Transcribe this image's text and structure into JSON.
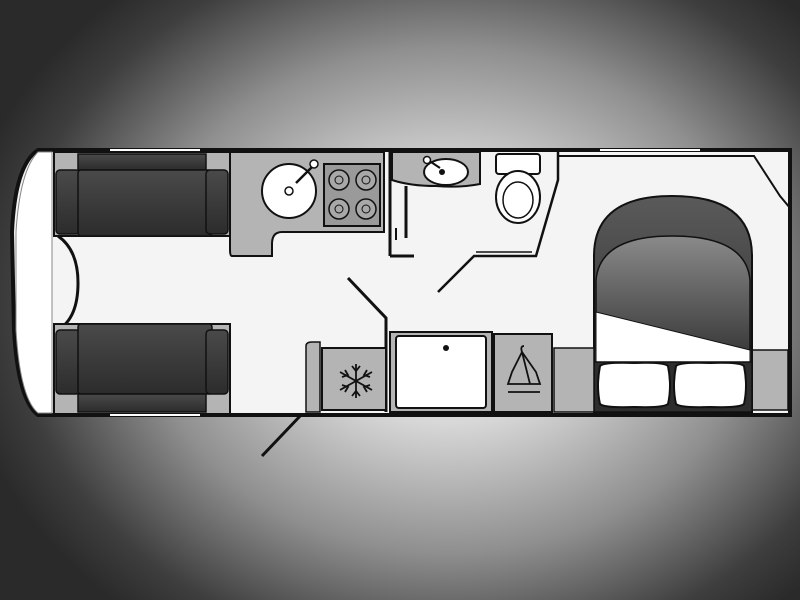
{
  "floorplan": {
    "rooms": [
      {
        "name": "lounge",
        "icon": "sofa-icon"
      },
      {
        "name": "kitchen",
        "icon": "hob-icon"
      },
      {
        "name": "washroom",
        "icon": "toilet-icon"
      },
      {
        "name": "shower",
        "icon": "shower-icon"
      },
      {
        "name": "bedroom",
        "icon": "bed-icon"
      }
    ],
    "symbols": [
      "snowflake-icon",
      "hanger-icon",
      "sink-icon",
      "pillow-icon"
    ],
    "colors": {
      "wall": "#111111",
      "floor": "#f4f4f4",
      "cabinet": "#b4b4b4",
      "upholstery": "#3a3a3a",
      "fixture": "#ffffff",
      "background": "#2e2e2e"
    }
  }
}
